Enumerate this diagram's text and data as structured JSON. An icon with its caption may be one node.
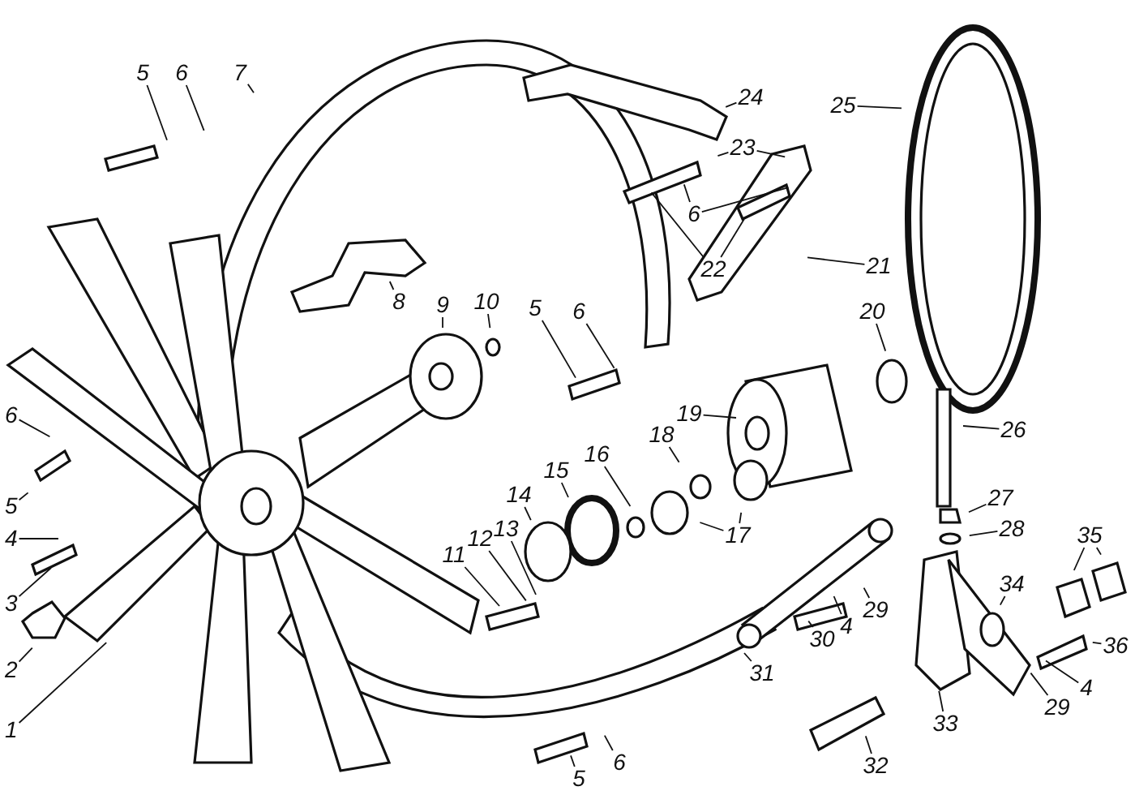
{
  "diagram": {
    "nodes": [
      {
        "text": [
          "5"
        ]
      },
      {
        "text": [
          "6"
        ]
      },
      {
        "text": [
          "7"
        ]
      },
      {
        "text": [
          "24"
        ]
      },
      {
        "text": [
          "25"
        ]
      },
      {
        "text": [
          "23"
        ]
      },
      {
        "text": [
          "6"
        ]
      },
      {
        "text": [
          "22"
        ]
      },
      {
        "text": [
          "21"
        ]
      },
      {
        "text": [
          "8"
        ]
      },
      {
        "text": [
          "9"
        ]
      },
      {
        "text": [
          "10"
        ]
      },
      {
        "text": [
          "5"
        ]
      },
      {
        "text": [
          "6"
        ]
      },
      {
        "text": [
          "20"
        ]
      },
      {
        "text": [
          "6"
        ]
      },
      {
        "text": [
          "5"
        ]
      },
      {
        "text": [
          "19"
        ]
      },
      {
        "text": [
          "26"
        ]
      },
      {
        "text": [
          "4"
        ]
      },
      {
        "text": [
          "18"
        ]
      },
      {
        "text": [
          "16"
        ]
      },
      {
        "text": [
          "15"
        ]
      },
      {
        "text": [
          "14"
        ]
      },
      {
        "text": [
          "3"
        ]
      },
      {
        "text": [
          "12"
        ]
      },
      {
        "text": [
          "13"
        ]
      },
      {
        "text": [
          "11"
        ]
      },
      {
        "text": [
          "17"
        ]
      },
      {
        "text": [
          "27"
        ]
      },
      {
        "text": [
          "28"
        ]
      },
      {
        "text": [
          "35"
        ]
      },
      {
        "text": [
          "34"
        ]
      },
      {
        "text": [
          "29"
        ]
      },
      {
        "text": [
          "4"
        ]
      },
      {
        "text": [
          "30"
        ]
      },
      {
        "text": [
          "2"
        ]
      },
      {
        "text": [
          "31"
        ]
      },
      {
        "text": [
          "36"
        ]
      },
      {
        "text": [
          "4"
        ]
      },
      {
        "text": [
          "29"
        ]
      },
      {
        "text": [
          "33"
        ]
      },
      {
        "text": [
          "1"
        ]
      },
      {
        "text": [
          "32"
        ]
      },
      {
        "text": [
          "5"
        ]
      },
      {
        "text": [
          "6"
        ]
      }
    ],
    "edges": [
      {
        "from": 0,
        "to": null,
        "arrow": "none"
      },
      {
        "from": 1,
        "to": null,
        "arrow": "none"
      },
      {
        "from": 2,
        "to": null,
        "arrow": "none"
      },
      {
        "from": 3,
        "to": null,
        "arrow": "none"
      },
      {
        "from": 4,
        "to": null,
        "arrow": "none"
      },
      {
        "from": 5,
        "to": null,
        "arrow": "none"
      },
      {
        "from": 5,
        "to": null,
        "arrow": "none"
      },
      {
        "from": 6,
        "to": null,
        "arrow": "none"
      },
      {
        "from": 6,
        "to": null,
        "arrow": "none"
      },
      {
        "from": 7,
        "to": null,
        "arrow": "none"
      },
      {
        "from": 7,
        "to": null,
        "arrow": "none"
      },
      {
        "from": 8,
        "to": null,
        "arrow": "none"
      },
      {
        "from": 9,
        "to": null,
        "arrow": "none"
      },
      {
        "from": 10,
        "to": null,
        "arrow": "none"
      },
      {
        "from": 11,
        "to": null,
        "arrow": "none"
      },
      {
        "from": 12,
        "to": null,
        "arrow": "none"
      },
      {
        "from": 13,
        "to": null,
        "arrow": "none"
      },
      {
        "from": 14,
        "to": null,
        "arrow": "none"
      },
      {
        "from": 15,
        "to": null,
        "arrow": "none"
      },
      {
        "from": 16,
        "to": null,
        "arrow": "none"
      },
      {
        "from": 17,
        "to": null,
        "arrow": "none"
      },
      {
        "from": 18,
        "to": null,
        "arrow": "none"
      },
      {
        "from": 19,
        "to": null,
        "arrow": "none"
      },
      {
        "from": 20,
        "to": null,
        "arrow": "none"
      },
      {
        "from": 21,
        "to": null,
        "arrow": "none"
      },
      {
        "from": 22,
        "to": null,
        "arrow": "none"
      },
      {
        "from": 23,
        "to": null,
        "arrow": "none"
      },
      {
        "from": 24,
        "to": null,
        "arrow": "none"
      },
      {
        "from": 25,
        "to": null,
        "arrow": "none"
      },
      {
        "from": 26,
        "to": null,
        "arrow": "none"
      },
      {
        "from": 27,
        "to": null,
        "arrow": "none"
      },
      {
        "from": 28,
        "to": null,
        "arrow": "none"
      },
      {
        "from": 28,
        "to": null,
        "arrow": "none"
      },
      {
        "from": 29,
        "to": null,
        "arrow": "none"
      },
      {
        "from": 30,
        "to": null,
        "arrow": "none"
      },
      {
        "from": 31,
        "to": null,
        "arrow": "none"
      },
      {
        "from": 31,
        "to": null,
        "arrow": "none"
      },
      {
        "from": 32,
        "to": null,
        "arrow": "none"
      },
      {
        "from": 33,
        "to": null,
        "arrow": "none"
      },
      {
        "from": 34,
        "to": null,
        "arrow": "none"
      },
      {
        "from": 35,
        "to": null,
        "arrow": "none"
      },
      {
        "from": 36,
        "to": null,
        "arrow": "none"
      },
      {
        "from": 37,
        "to": null,
        "arrow": "none"
      },
      {
        "from": 38,
        "to": null,
        "arrow": "none"
      },
      {
        "from": 39,
        "to": null,
        "arrow": "none"
      },
      {
        "from": 40,
        "to": null,
        "arrow": "none"
      },
      {
        "from": 41,
        "to": null,
        "arrow": "none"
      },
      {
        "from": 42,
        "to": null,
        "arrow": "none"
      },
      {
        "from": 43,
        "to": null,
        "arrow": "none"
      },
      {
        "from": 44,
        "to": null,
        "arrow": "none"
      },
      {
        "from": 45,
        "to": null,
        "arrow": "none"
      }
    ]
  }
}
